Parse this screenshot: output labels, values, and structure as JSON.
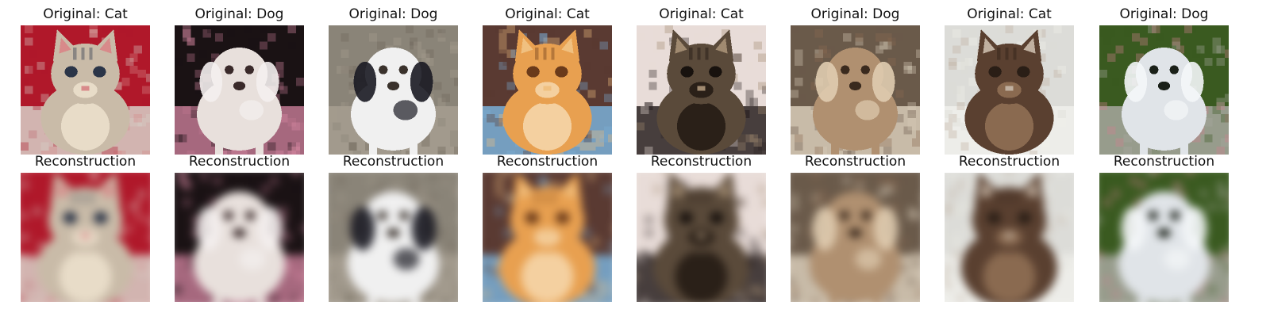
{
  "panels": [
    {
      "original_title": "Original: Cat",
      "reconstruction_title": "Reconstruction",
      "subject": "cat",
      "palette": {
        "bg": "#b0182a",
        "bg2": "#d8d0c8",
        "body": "#c9bba8",
        "body2": "#e8dcc8",
        "dark": "#2b3548",
        "accent": "#d88a8a"
      }
    },
    {
      "original_title": "Original: Dog",
      "reconstruction_title": "Reconstruction",
      "subject": "dog",
      "palette": {
        "bg": "#1a1214",
        "bg2": "#c07890",
        "body": "#e8e0dc",
        "body2": "#f4f0ee",
        "dark": "#3a2a2a",
        "accent": "#e090a8"
      }
    },
    {
      "original_title": "Original: Dog",
      "reconstruction_title": "Reconstruction",
      "subject": "dog",
      "palette": {
        "bg": "#8a8478",
        "bg2": "#a69e90",
        "body": "#f0f0f0",
        "body2": "#1a1a22",
        "dark": "#3a322c",
        "accent": "#6e655a"
      }
    },
    {
      "original_title": "Original: Cat",
      "reconstruction_title": "Reconstruction",
      "subject": "cat",
      "palette": {
        "bg": "#5a3a32",
        "bg2": "#7ab0d8",
        "body": "#e8a050",
        "body2": "#f4d0a0",
        "dark": "#6a3a1a",
        "accent": "#f0c080"
      }
    },
    {
      "original_title": "Original: Cat",
      "reconstruction_title": "Reconstruction",
      "subject": "cat",
      "palette": {
        "bg": "#e8dcd8",
        "bg2": "#2a2222",
        "body": "#5a4a3a",
        "body2": "#2a2018",
        "dark": "#18120e",
        "accent": "#a08a70"
      }
    },
    {
      "original_title": "Original: Dog",
      "reconstruction_title": "Reconstruction",
      "subject": "dog",
      "palette": {
        "bg": "#6a5a4a",
        "bg2": "#d8ccb8",
        "body": "#b09070",
        "body2": "#e0ccb0",
        "dark": "#3a2a1e",
        "accent": "#8a6a50"
      }
    },
    {
      "original_title": "Original: Cat",
      "reconstruction_title": "Reconstruction",
      "subject": "cat",
      "palette": {
        "bg": "#dcdcd8",
        "bg2": "#f0f0ec",
        "body": "#5a4030",
        "body2": "#8a6a50",
        "dark": "#2a1e16",
        "accent": "#c0b0a0"
      }
    },
    {
      "original_title": "Original: Dog",
      "reconstruction_title": "Reconstruction",
      "subject": "dog",
      "palette": {
        "bg": "#3a5a20",
        "bg2": "#a8a8a0",
        "body": "#e0e4e8",
        "body2": "#f4f6f8",
        "dark": "#1a2018",
        "accent": "#d08090"
      }
    }
  ]
}
